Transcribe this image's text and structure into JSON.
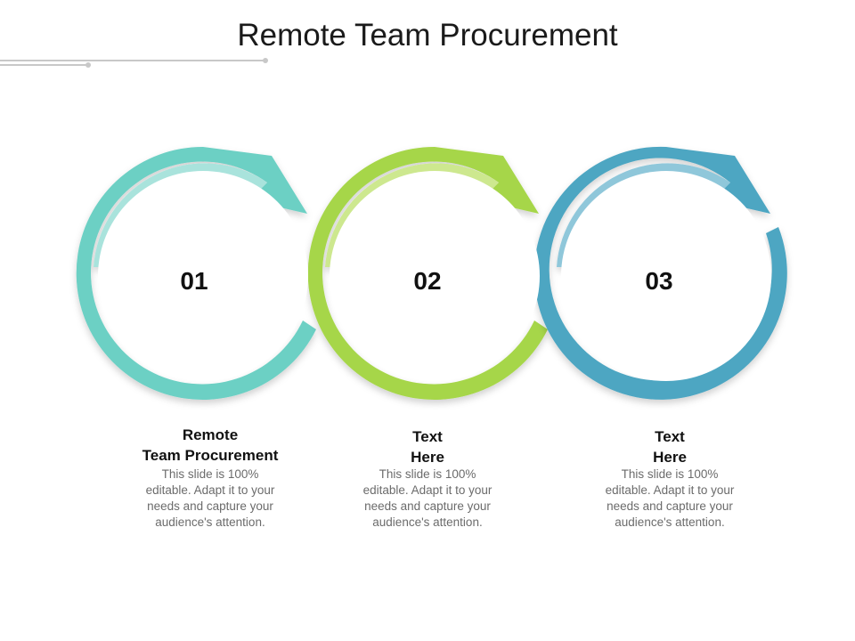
{
  "title": "Remote Team Procurement",
  "steps": [
    {
      "number": "01",
      "heading_lines": [
        "Remote",
        "Team Procurement"
      ],
      "body": "This slide is 100% editable. Adapt it to your needs and capture your audience's attention.",
      "color": "#6cd0c4",
      "light": "#a9e3dc"
    },
    {
      "number": "02",
      "heading_lines": [
        "Text",
        "Here"
      ],
      "body": "This slide is 100% editable. Adapt it to your needs and capture your audience's attention.",
      "color": "#a6d64a",
      "light": "#cde88f"
    },
    {
      "number": "03",
      "heading_lines": [
        "Text",
        "Here"
      ],
      "body": "This slide is 100% editable. Adapt it to your needs and capture your audience's attention.",
      "color": "#4ea6c2",
      "light": "#8fc7da"
    }
  ]
}
